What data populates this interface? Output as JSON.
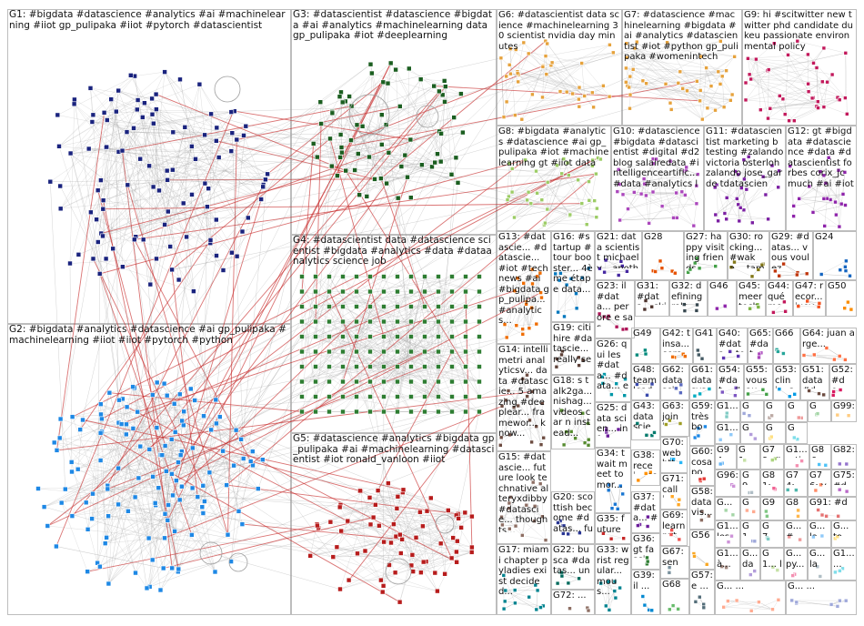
{
  "groups": [
    {
      "id": "G1",
      "label": "G1: #bigdata #datascience #analytics #ai #machinelearning #iiot gp_pulipaka #iiot #pytorch #datascientist",
      "color": "#1a237e"
    },
    {
      "id": "G2",
      "label": "G2: #bigdata #analytics #datascience #ai gp_pulipaka #machinelearning #iiot #iiot #pytorch #python",
      "color": "#1e88e5"
    },
    {
      "id": "G3",
      "label": "G3: #datascientist #datascience #bigdata #ai #analytics #machinelearning data gp_pulipaka #iot #deeplearning",
      "color": "#1b5e20"
    },
    {
      "id": "G4",
      "label": "G4: #datascientist data #datascience scientist #bigdata #analytics #data #dataanalytics science job",
      "color": "#2e7d32"
    },
    {
      "id": "G5",
      "label": "G5: #datascience #analytics #bigdata gp_pulipaka #ai #machinelearning #datascientist #iot ronald_vanloon #iiot",
      "color": "#b71c1c"
    },
    {
      "id": "G6",
      "label": "G6: #datascientist data science #machinelearning 30 scientist nvidia day minutes",
      "color": "#e6a23c"
    },
    {
      "id": "G7",
      "label": "G7: #datascience #machinelearning #bigdata #ai #analytics #datascientist #iot #python gp_pulipaka #womenintech",
      "color": "#e6a23c"
    },
    {
      "id": "G8",
      "label": "G8: #bigdata #analytics #datascience #ai gp_pulipaka #iot #machinelearning gt #iiot data",
      "color": "#9ccc65"
    },
    {
      "id": "G9",
      "label": "G9: hi #scitwitter new twitter phd candidate dukeu passionate environmental policy",
      "color": "#c2185b"
    },
    {
      "id": "G10",
      "label": "G10: #datascience #bigdata #datascientist #digital #d2blog salairedata #intelligenceartific... #data #analytics l",
      "color": "#ab47bc"
    },
    {
      "id": "G11",
      "label": "G11: #datascientist marketing b testing #zalando victoria osterloh zalando jose_garde tdatascien",
      "color": "#7b1fa2"
    },
    {
      "id": "G12",
      "label": "G12: gt #bigdata #datascience #data #datascientist forbes corix_jc much #ai #iot",
      "color": "#8e24aa"
    },
    {
      "id": "G13",
      "label": "G13: #datascie... #datascie... #iot #technews #ai #bigdata gp_pulipa... #analytics...",
      "color": "#ef6c00"
    },
    {
      "id": "G14",
      "label": "G14: intellimetri analyticsv... data #datascie... 5 amazing #deeplear... framewor... know...",
      "color": "#6d4c41"
    },
    {
      "id": "G15",
      "label": "G15: #datascie... future look technative alteryxdibby #datascie... thoughts...",
      "color": "#8d6e63"
    },
    {
      "id": "G16",
      "label": "G16: #startup #tour booster... 4ème étape data...",
      "color": "#0277bd"
    },
    {
      "id": "G17",
      "label": "G17: miami chapter pyladies exist decided...",
      "color": "#00838f"
    },
    {
      "id": "G18",
      "label": "G18: s talk2ga... nishag... videos car n instead...",
      "color": "#558b2f"
    },
    {
      "id": "G19",
      "label": "G19: citi hire #datascie... really see nothing",
      "color": "#5d4037"
    },
    {
      "id": "G20",
      "label": "G20: scottish become #datas... fully...",
      "color": "#283593"
    },
    {
      "id": "G21",
      "label": "G21: data scientist michaely... another...",
      "color": "#4527a0"
    },
    {
      "id": "G22",
      "label": "G22: busca #datas... uno...",
      "color": "#00695c"
    },
    {
      "id": "G23",
      "label": "G23: il #data... per ore e sas...",
      "color": "#ad1457"
    },
    {
      "id": "G24",
      "label": "G24",
      "color": "#1565c0"
    },
    {
      "id": "G25",
      "label": "G25: data scien... infor... ...",
      "color": "#6a1b9a"
    },
    {
      "id": "G26",
      "label": "G26: qui les #data... #data... et...",
      "color": "#0097a7"
    },
    {
      "id": "G27",
      "label": "G27: happy visiting friends...",
      "color": "#43a047"
    },
    {
      "id": "G28",
      "label": "G28",
      "color": "#e65100"
    },
    {
      "id": "G29",
      "label": "G29: #datas... vous voulez...",
      "color": "#bf360c"
    },
    {
      "id": "G30",
      "label": "G30: rocking... #waka... també...",
      "color": "#827717"
    },
    {
      "id": "G31",
      "label": "G31: #data... skill...",
      "color": "#4e342e"
    },
    {
      "id": "G32",
      "label": "G32: defining role...",
      "color": "#37474f"
    },
    {
      "id": "G33",
      "label": "G33: wrist regular... mous...",
      "color": "#00838f"
    },
    {
      "id": "G34",
      "label": "G34: t wait meet tomor...",
      "color": "#1976d2"
    },
    {
      "id": "G35",
      "label": "G35: future #ban... #tale...",
      "color": "#c62828"
    },
    {
      "id": "G36",
      "label": "G36: gt fasci...",
      "color": "#2e7d32"
    },
    {
      "id": "G37",
      "label": "G37: #data... #ai...",
      "color": "#6a1b9a"
    },
    {
      "id": "G38",
      "label": "G38: recei... const...",
      "color": "#ff8f00"
    },
    {
      "id": "G39",
      "label": "G39: il ...",
      "color": "#0288d1"
    },
    {
      "id": "G40",
      "label": "G40: #data... techre... #de...",
      "color": "#5e35b1"
    },
    {
      "id": "G41",
      "label": "G41",
      "color": "#455a64"
    },
    {
      "id": "G42",
      "label": "G42: tinsa... cerc... ...",
      "color": "#ef6c00"
    },
    {
      "id": "G43",
      "label": "G43: data scien...",
      "color": "#00796b"
    },
    {
      "id": "G44",
      "label": "G44: qué mod...",
      "color": "#c2185b"
    },
    {
      "id": "G45",
      "label": "G45: meer techi...",
      "color": "#7cb342"
    },
    {
      "id": "G46",
      "label": "G46",
      "color": "#8e24aa"
    },
    {
      "id": "G47",
      "label": "G47: recor... juev...",
      "color": "#f4511e"
    },
    {
      "id": "G48",
      "label": "G48: team leade...",
      "color": "#3949ab"
    },
    {
      "id": "G49",
      "label": "G49",
      "color": "#00897b"
    },
    {
      "id": "G50",
      "label": "G50",
      "color": "#fb8c00"
    },
    {
      "id": "G51",
      "label": "G51: data #de...",
      "color": "#6d4c41"
    },
    {
      "id": "G52",
      "label": "G52: #de... #sm...",
      "color": "#d81b60"
    },
    {
      "id": "G53",
      "label": "G53: clini... scie...",
      "color": "#039be5"
    },
    {
      "id": "G54",
      "label": "G54: #dat... #an...",
      "color": "#7e57c2"
    },
    {
      "id": "G55",
      "label": "G55: vous au...",
      "color": "#43a047"
    },
    {
      "id": "G56",
      "label": "G56",
      "color": "#f9a825"
    },
    {
      "id": "G57",
      "label": "G57: e ...",
      "color": "#546e7a"
    },
    {
      "id": "G58",
      "label": "G58: data vis...",
      "color": "#8d6e63"
    },
    {
      "id": "G59",
      "label": "G59: très bou...",
      "color": "#1e88e5"
    },
    {
      "id": "G60",
      "label": "G60: cosa pos...",
      "color": "#e53935"
    },
    {
      "id": "G61",
      "label": "G61: data syst...",
      "color": "#00acc1"
    },
    {
      "id": "G62",
      "label": "G62: data scie...",
      "color": "#5c6bc0"
    },
    {
      "id": "G63",
      "label": "G63: joini...",
      "color": "#9e9d24"
    },
    {
      "id": "G64",
      "label": "G64: juan arge...",
      "color": "#ff7043"
    },
    {
      "id": "G65",
      "label": "G65: #dat... #de...",
      "color": "#ab47bc"
    },
    {
      "id": "G66",
      "label": "G66",
      "color": "#26a69a"
    },
    {
      "id": "G67",
      "label": "G67: seni...",
      "color": "#78909c"
    },
    {
      "id": "G68",
      "label": "G68",
      "color": "#66bb6a"
    },
    {
      "id": "G69",
      "label": "G69: learn pyth...",
      "color": "#ef5350"
    },
    {
      "id": "G70",
      "label": "G70: web http...",
      "color": "#29b6f6"
    },
    {
      "id": "G71",
      "label": "G71: calli...",
      "color": "#ffa726"
    },
    {
      "id": "G72",
      "label": "G72: ...",
      "color": "#8d6e63"
    },
    {
      "id": "G73",
      "label": "G73: ...",
      "color": "#7986cb"
    },
    {
      "id": "G74",
      "label": "G74: ...",
      "color": "#4db6ac"
    },
    {
      "id": "G75",
      "label": "G75: #da... #da...",
      "color": "#ba68c8"
    },
    {
      "id": "G76",
      "label": "G76: voo ...",
      "color": "#ff8a65"
    },
    {
      "id": "G77",
      "label": "G77: ...",
      "color": "#a1887f"
    },
    {
      "id": "G78",
      "label": "G78: ...",
      "color": "#90a4ae"
    },
    {
      "id": "G79",
      "label": "G79: #de...",
      "color": "#aed581"
    },
    {
      "id": "G80",
      "label": "G80: ...",
      "color": "#4fc3f7"
    },
    {
      "id": "G81",
      "label": "G81: ...",
      "color": "#f06292"
    },
    {
      "id": "G82",
      "label": "G82: ...",
      "color": "#9575cd"
    },
    {
      "id": "G84",
      "label": "G84: ...",
      "color": "#4dd0e1"
    },
    {
      "id": "G89",
      "label": "G89: ne...",
      "color": "#ffb74d"
    },
    {
      "id": "G90",
      "label": "G90: rea...",
      "color": "#81c784"
    },
    {
      "id": "G91",
      "label": "G91: #de...",
      "color": "#e57373"
    },
    {
      "id": "G94",
      "label": "G94: ...",
      "color": "#64b5f6"
    },
    {
      "id": "G96",
      "label": "G96: ...",
      "color": "#ce93d8"
    },
    {
      "id": "G99",
      "label": "G99: join...",
      "color": "#ffcc80"
    },
    {
      "id": "G1a",
      "label": "G1... 2 7...",
      "color": "#80cbc4"
    },
    {
      "id": "G1b",
      "label": "G1... usi...",
      "color": "#9fa8da"
    },
    {
      "id": "G1c",
      "label": "G1... au...",
      "color": "#bcaaa4"
    },
    {
      "id": "G1d",
      "label": "G1... ana...",
      "color": "#ef9a9a"
    },
    {
      "id": "G1e",
      "label": "G1... hint...",
      "color": "#a5d6a7"
    },
    {
      "id": "G1f",
      "label": "G1... #az...",
      "color": "#90caf9"
    },
    {
      "id": "G1g",
      "label": "G1... #d...",
      "color": "#b39ddb"
    },
    {
      "id": "G1h",
      "label": "G1... talk...",
      "color": "#ffe082"
    },
    {
      "id": "G1i",
      "label": "G1... dat...",
      "color": "#80deea"
    },
    {
      "id": "G1j",
      "label": "G1... ap...",
      "color": "#c5e1a5"
    },
    {
      "id": "G1k",
      "label": "G1... artif...",
      "color": "#f48fb1"
    },
    {
      "id": "G1l",
      "label": "G9... #d...",
      "color": "#b0bec5"
    },
    {
      "id": "G1m",
      "label": "G1... 3d...",
      "color": "#ffab91"
    },
    {
      "id": "G1n",
      "label": "G... rea...",
      "color": "#a5d6a7"
    },
    {
      "id": "G1o",
      "label": "G1... #iot",
      "color": "#9fa8da"
    },
    {
      "id": "G1p",
      "label": "G1... les",
      "color": "#ce93d8"
    },
    {
      "id": "G1q",
      "label": "G7... dat...",
      "color": "#80cbc4"
    },
    {
      "id": "G1r",
      "label": "G... #d...",
      "color": "#ef9a9a"
    },
    {
      "id": "G1s",
      "label": "G... lat...",
      "color": "#90caf9"
    },
    {
      "id": "G1t",
      "label": "G... to...",
      "color": "#ffe082"
    },
    {
      "id": "G1u",
      "label": "G... dat...",
      "color": "#b39ddb"
    },
    {
      "id": "G1v",
      "label": "G1... à...",
      "color": "#a1887f"
    },
    {
      "id": "G1w",
      "label": "G1... ...",
      "color": "#80deea"
    },
    {
      "id": "G1x",
      "label": "G1... lali...",
      "color": "#c5e1a5"
    },
    {
      "id": "G1y",
      "label": "G... py... u...",
      "color": "#f48fb1"
    },
    {
      "id": "G1z",
      "label": "G... lat...",
      "color": "#b0bec5"
    },
    {
      "id": "G1aa",
      "label": "G... ...",
      "color": "#ffab91"
    },
    {
      "id": "G1ab",
      "label": "G... ...",
      "color": "#9fa8da"
    }
  ],
  "edge_colors": {
    "inter": "#c62828",
    "intra": "#9e9e9e"
  }
}
